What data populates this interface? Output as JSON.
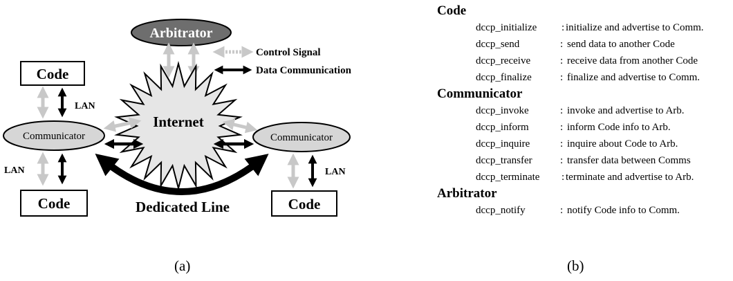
{
  "diagram": {
    "arbitrator_label": "Arbitrator",
    "internet_label": "Internet",
    "communicator_left_label": "Communicator",
    "communicator_right_label": "Communicator",
    "code_top_left_label": "Code",
    "code_bottom_left_label": "Code",
    "code_bottom_right_label": "Code",
    "lan_top_left_label": "LAN",
    "lan_bottom_left_label": "LAN",
    "lan_right_label": "LAN",
    "dedicated_line_label": "Dedicated Line",
    "legend": {
      "control_signal_label": "Control Signal",
      "data_communication_label": "Data Communication"
    },
    "colors": {
      "control_signal": "#c8c8c8",
      "data_communication": "#000000",
      "arbitrator_fill": "#6e6e6e",
      "communicator_fill": "#d6d6d6",
      "internet_fill": "#e6e6e6"
    }
  },
  "api": {
    "groups": [
      {
        "title": "Code",
        "items": [
          {
            "name": "dccp_initialize",
            "sep": ":",
            "desc": "initialize and advertise to Comm."
          },
          {
            "name": "dccp_send",
            "sep": ":",
            "desc": "send data to another Code"
          },
          {
            "name": "dccp_receive",
            "sep": ":",
            "desc": "receive data from another Code"
          },
          {
            "name": "dccp_finalize",
            "sep": ":",
            "desc": "finalize and advertise to Comm."
          }
        ]
      },
      {
        "title": "Communicator",
        "items": [
          {
            "name": "dccp_invoke",
            "sep": ":",
            "desc": "invoke and advertise to Arb."
          },
          {
            "name": "dccp_inform",
            "sep": ":",
            "desc": "inform Code info to Arb."
          },
          {
            "name": "dccp_inquire",
            "sep": ":",
            "desc": "inquire about Code to Arb."
          },
          {
            "name": "dccp_transfer",
            "sep": ":",
            "desc": "transfer data between Comms"
          },
          {
            "name": "dccp_terminate",
            "sep": ":",
            "desc": "terminate and advertise to Arb."
          }
        ]
      },
      {
        "title": "Arbitrator",
        "items": [
          {
            "name": "dccp_notify",
            "sep": ":",
            "desc": "notify Code info to Comm."
          }
        ]
      }
    ]
  },
  "captions": {
    "a": "(a)",
    "b": "(b)"
  }
}
